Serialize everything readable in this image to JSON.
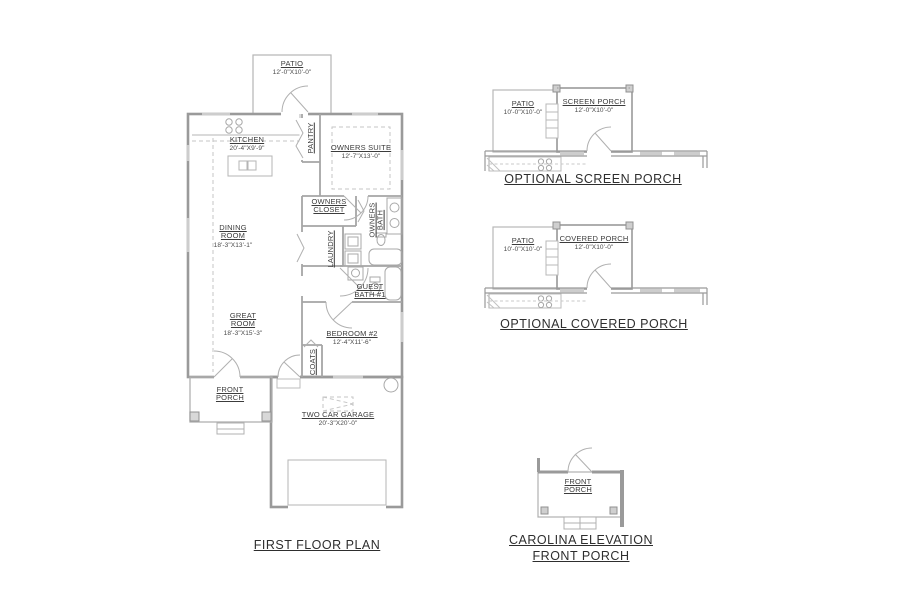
{
  "ff": {
    "title": "FIRST FLOOR PLAN",
    "rooms": {
      "patio": {
        "name": "PATIO",
        "dims": "12'-0\"X10'-0\""
      },
      "kitchen": {
        "name": "KITCHEN",
        "dims": "20'-4\"X9'-9\""
      },
      "pantry": {
        "name": "PANTRY"
      },
      "owners_suite": {
        "name": "OWNERS SUITE",
        "dims": "12'-7\"X13'-0\""
      },
      "owners_closet": {
        "name": "OWNERS\nCLOSET"
      },
      "owners_bath": {
        "name": "OWNERS\nBATH"
      },
      "laundry": {
        "name": "LAUNDRY"
      },
      "guest_bath": {
        "name": "GUEST\nBATH #1"
      },
      "dining_room": {
        "name": "DINING\nROOM",
        "dims": "18'-3\"X13'-1\""
      },
      "great_room": {
        "name": "GREAT\nROOM",
        "dims": "18'-3\"X15'-3\""
      },
      "bedroom_2": {
        "name": "BEDROOM #2",
        "dims": "12'-4\"X11'-6\""
      },
      "coats": {
        "name": "COATS"
      },
      "front_porch": {
        "name": "FRONT\nPORCH"
      },
      "garage": {
        "name": "TWO CAR GARAGE",
        "dims": "20'-3\"X20'-0\""
      }
    }
  },
  "sp": {
    "title": "OPTIONAL SCREEN PORCH",
    "patio": {
      "name": "PATIO",
      "dims": "10'-0\"X10'-0\""
    },
    "porch": {
      "name": "SCREEN PORCH",
      "dims": "12'-0\"X10'-0\""
    }
  },
  "cp": {
    "title": "OPTIONAL COVERED PORCH",
    "patio": {
      "name": "PATIO",
      "dims": "10'-0\"X10'-0\""
    },
    "porch": {
      "name": "COVERED PORCH",
      "dims": "12'-0\"X10'-0\""
    }
  },
  "ce": {
    "title1": "CAROLINA ELEVATION",
    "title2": "FRONT PORCH",
    "porch": {
      "name": "FRONT\nPORCH"
    }
  },
  "colors": {
    "wall": "#9a9a9a",
    "line_light": "#b5b5b5",
    "dashed": "#c6c6c6",
    "window_fill": "#cdcdcd",
    "text": "#3c3c3c",
    "background": "#ffffff"
  }
}
